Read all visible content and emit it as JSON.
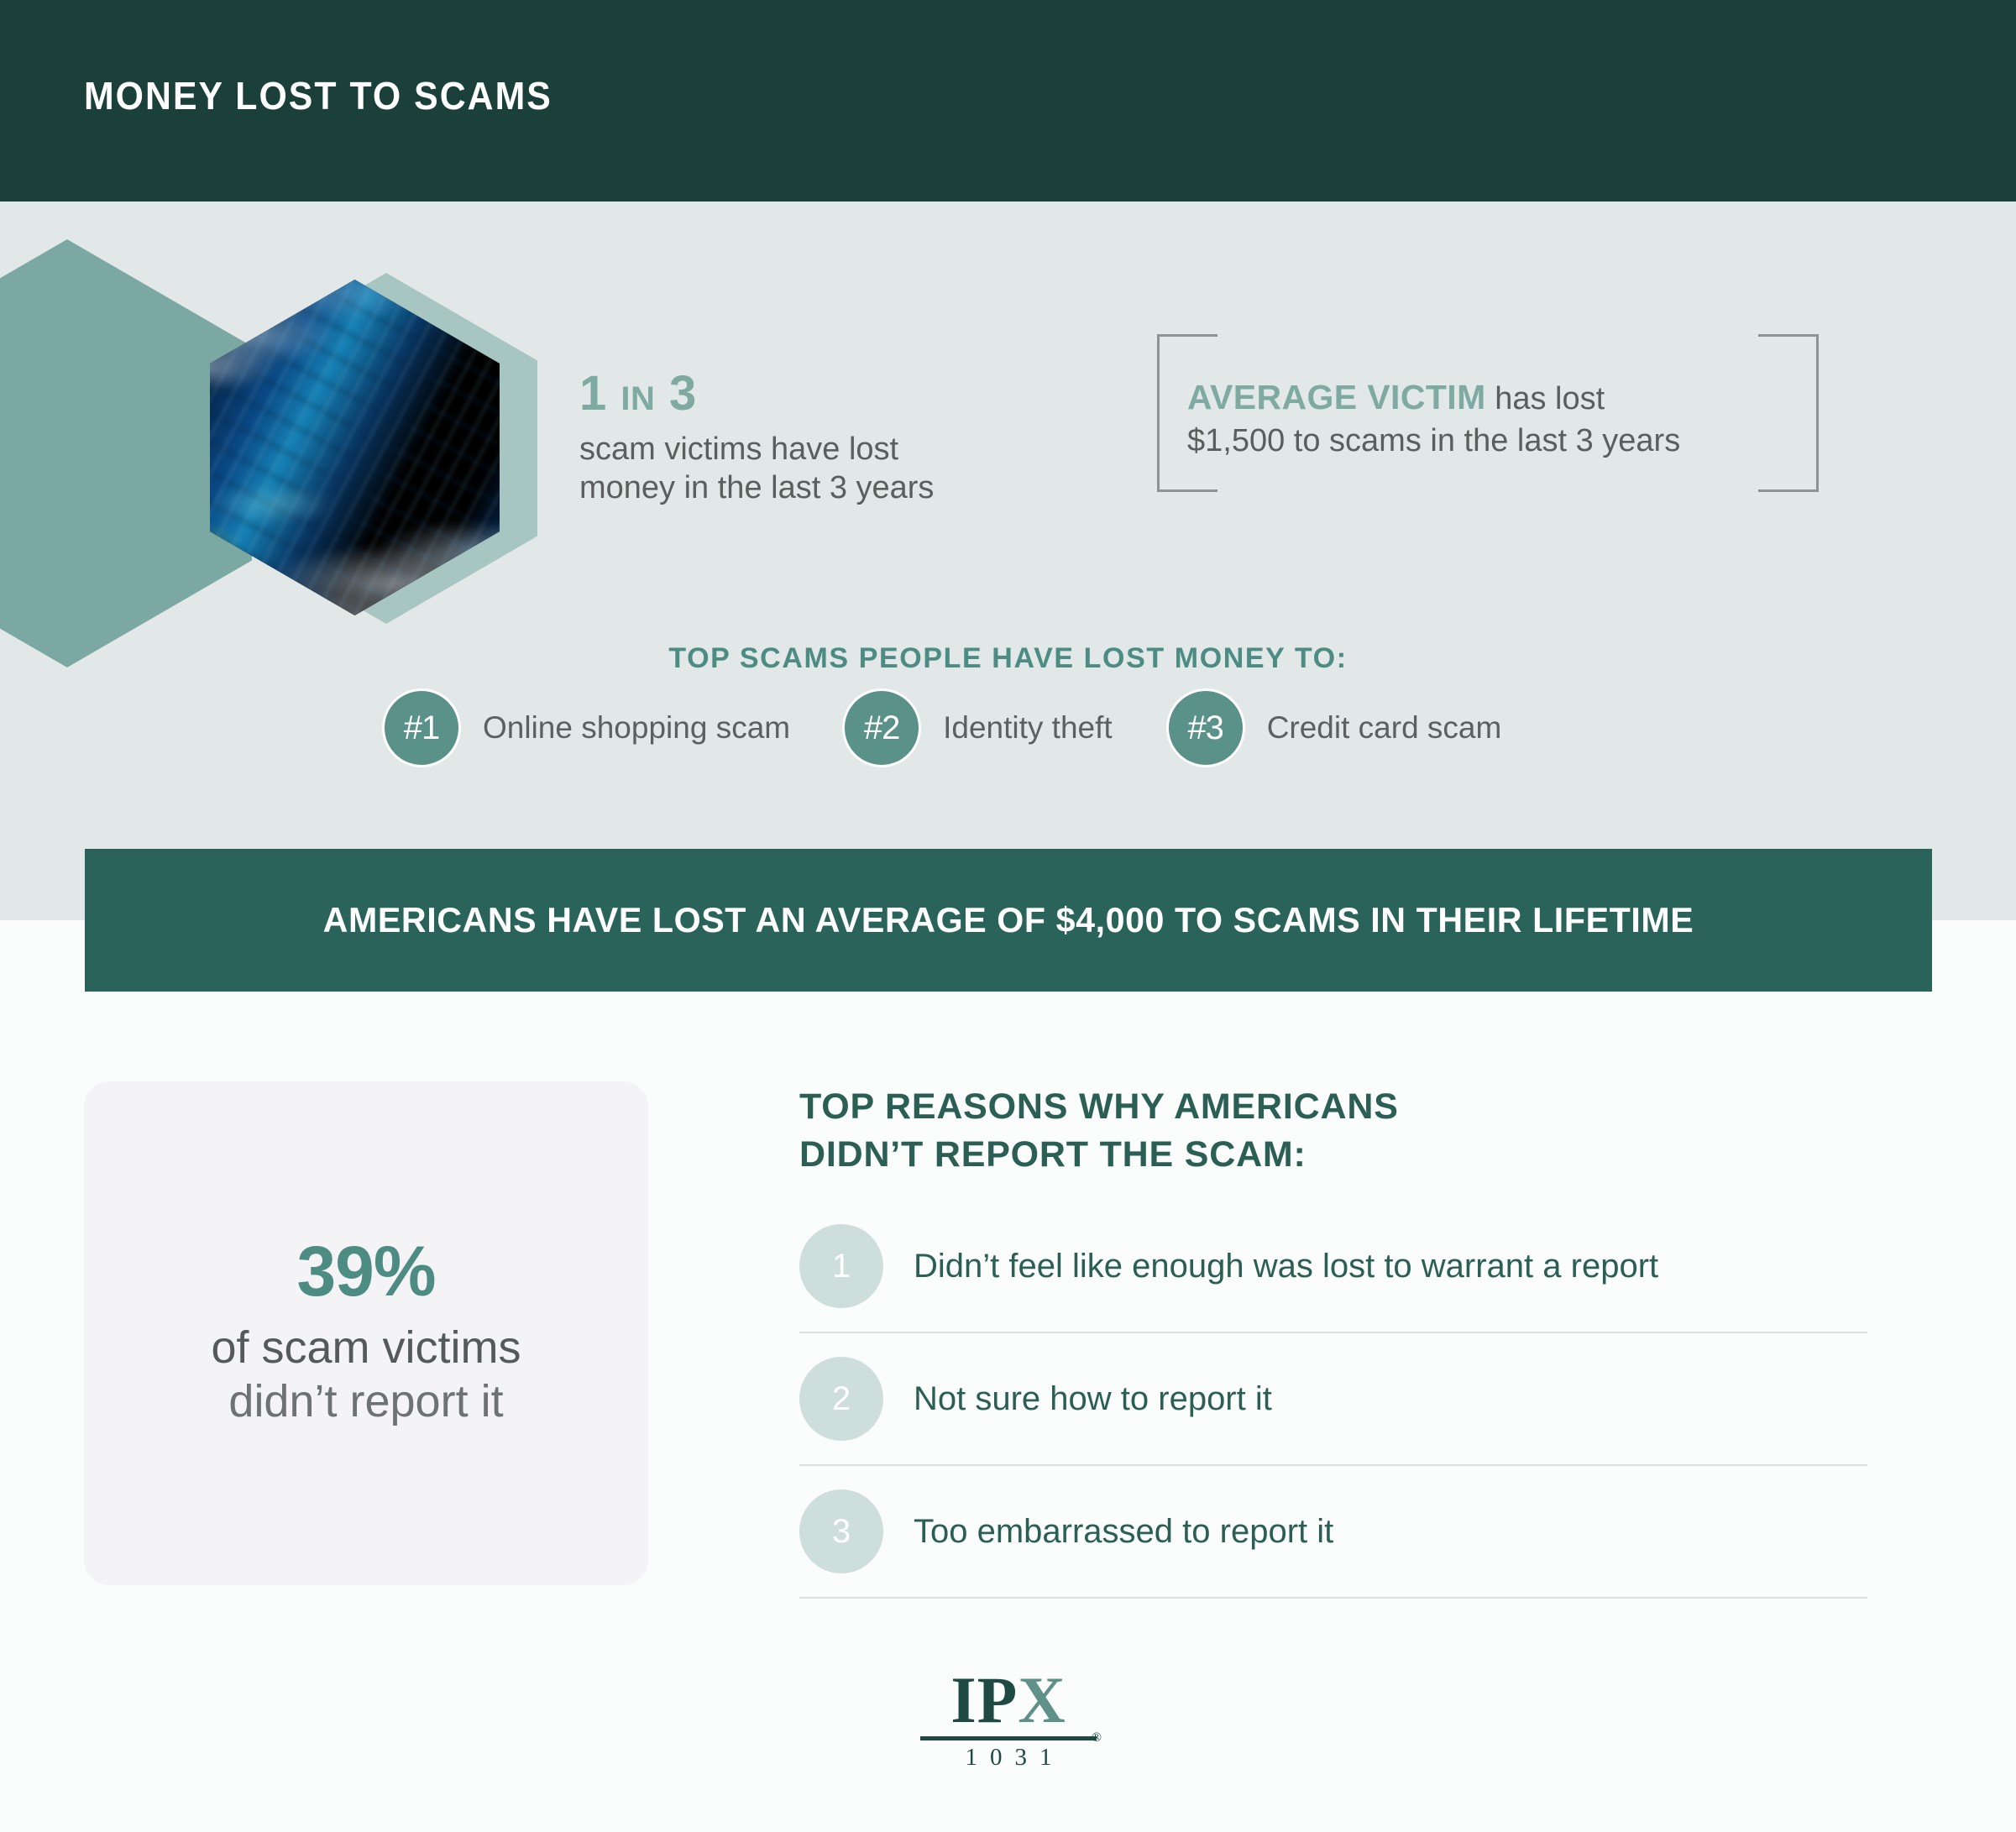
{
  "header": {
    "title": "MONEY LOST TO SCAMS"
  },
  "stat_one": {
    "number_prefix": "1",
    "in_word": "IN",
    "number_suffix": "3",
    "line1": "scam victims have lost",
    "line2": "money in the last 3 years"
  },
  "average_victim": {
    "highlight": "AVERAGE VICTIM",
    "rest_line1": " has lost",
    "line2": "$1,500 to scams in the last 3 years"
  },
  "top_scams": {
    "heading": "TOP SCAMS PEOPLE HAVE LOST MONEY TO:",
    "items": [
      {
        "rank": "#1",
        "label": "Online shopping scam"
      },
      {
        "rank": "#2",
        "label": "Identity theft"
      },
      {
        "rank": "#3",
        "label": "Credit card scam"
      }
    ]
  },
  "banner": {
    "text": "AMERICANS HAVE LOST AN AVERAGE OF $4,000 TO SCAMS IN THEIR LIFETIME"
  },
  "percent_card": {
    "value": "39%",
    "line1": "of scam victims",
    "line2": "didn’t report it"
  },
  "reasons": {
    "heading_line1": "TOP REASONS WHY AMERICANS",
    "heading_line2": "DIDN’T REPORT THE SCAM:",
    "items": [
      {
        "num": "1",
        "text": "Didn’t feel like enough was lost to warrant a report"
      },
      {
        "num": "2",
        "text": "Not sure how to report it"
      },
      {
        "num": "3",
        "text": "Too embarrassed to report it"
      }
    ]
  },
  "logo": {
    "mark_ip": "IP",
    "mark_x": "X",
    "sub": "1031",
    "registered": "®"
  },
  "colors": {
    "header_green": "#1A4039",
    "banner_green": "#2A6359",
    "light_bg": "#E1E8E7",
    "page_bg": "#FBFCFC",
    "sage": "#7FAAA2",
    "teal": "#4D8C82",
    "badge_teal": "#5A9189",
    "pale_mint": "#CEDFDB",
    "hex_big": "#7BA8A2",
    "hex_outline": "#A7C5C1",
    "body_gray": "#5A5F5E",
    "card_bg": "#F4F4F7",
    "divider": "#DCDEDE",
    "bracket_gray": "#8C9593"
  }
}
